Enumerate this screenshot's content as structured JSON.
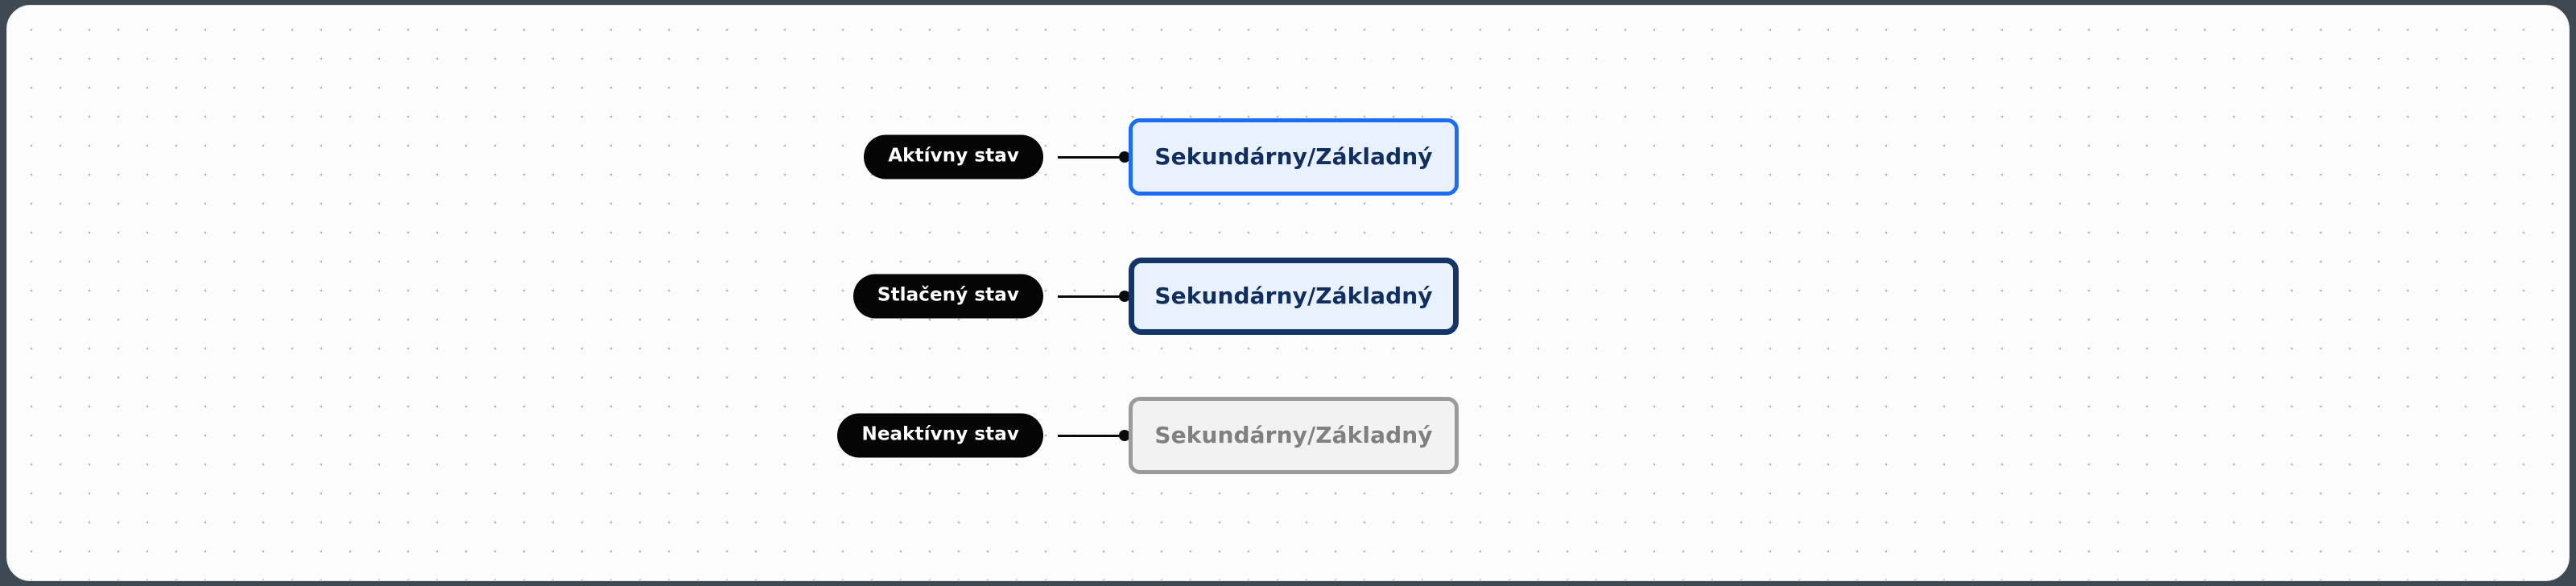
{
  "canvas": {
    "background_color": "#fcfcfd",
    "page_background_color": "#3d4a54",
    "grid_dot_color": "#b9b9bd",
    "border_color": "#e3e4e8"
  },
  "rows": [
    {
      "state_label": "Aktívny stav",
      "button_label": "Sekundárny/Základný",
      "state_key": "active",
      "button_fill": "#eaf1fe",
      "button_border": "#1b6ef3",
      "button_text_color": "#102f5e"
    },
    {
      "state_label": "Stlačený stav",
      "button_label": "Sekundárny/Základný",
      "state_key": "pressed",
      "button_fill": "#eaf1fe",
      "button_border": "#143567",
      "button_text_color": "#102f5e"
    },
    {
      "state_label": "Neaktívny stav",
      "button_label": "Sekundárny/Základný",
      "state_key": "inactive",
      "button_fill": "#f2f2f2",
      "button_border": "#9b9b9b",
      "button_text_color": "#808080"
    }
  ],
  "connector": {
    "line_color": "#0a0a0a",
    "endpoint_color": "#0a0a0a"
  },
  "pill": {
    "background_color": "#050505",
    "text_color": "#ffffff"
  }
}
